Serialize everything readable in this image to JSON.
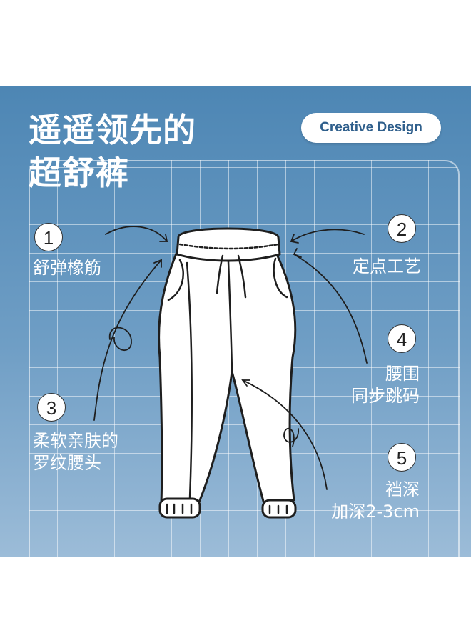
{
  "headline": {
    "line1": "遥遥领先的",
    "line2": "超舒裤"
  },
  "badge": {
    "text": "Creative Design"
  },
  "callouts": [
    {
      "number": "1",
      "lines": [
        "舒弹橡筋"
      ]
    },
    {
      "number": "2",
      "lines": [
        "定点工艺"
      ]
    },
    {
      "number": "3",
      "lines": [
        "柔软亲肤的",
        "罗纹腰头"
      ]
    },
    {
      "number": "4",
      "lines": [
        "腰围",
        "同步跳码"
      ]
    },
    {
      "number": "5",
      "lines": [
        "裆深",
        "加深2-3cm"
      ]
    }
  ],
  "colors": {
    "panel_top": "#4d86b4",
    "panel_bottom": "#9cbcd8",
    "badge_text": "#2f5f8c"
  },
  "icons": [
    "jogger-pants-illustration",
    "curved-arrow-icon"
  ]
}
